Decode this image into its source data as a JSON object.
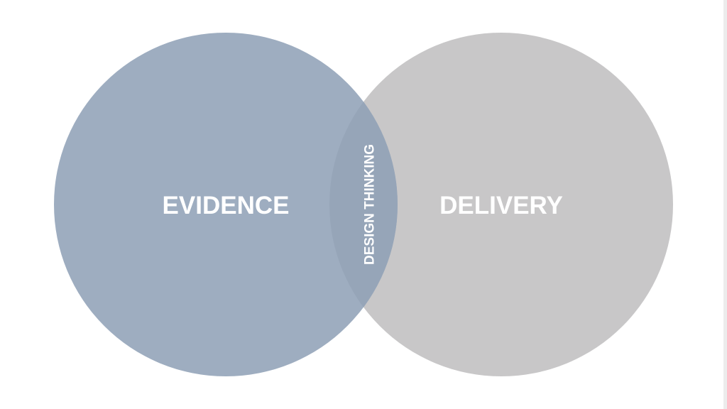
{
  "diagram": {
    "type": "venn",
    "sets": [
      {
        "id": "left",
        "label": "EVIDENCE",
        "color": "#9eadc0"
      },
      {
        "id": "right",
        "label": "DELIVERY",
        "color": "#c8c7c8"
      }
    ],
    "intersection": {
      "label": "DESIGN THINKING",
      "color": "#96a5b8"
    },
    "label_color": "#ffffff"
  }
}
